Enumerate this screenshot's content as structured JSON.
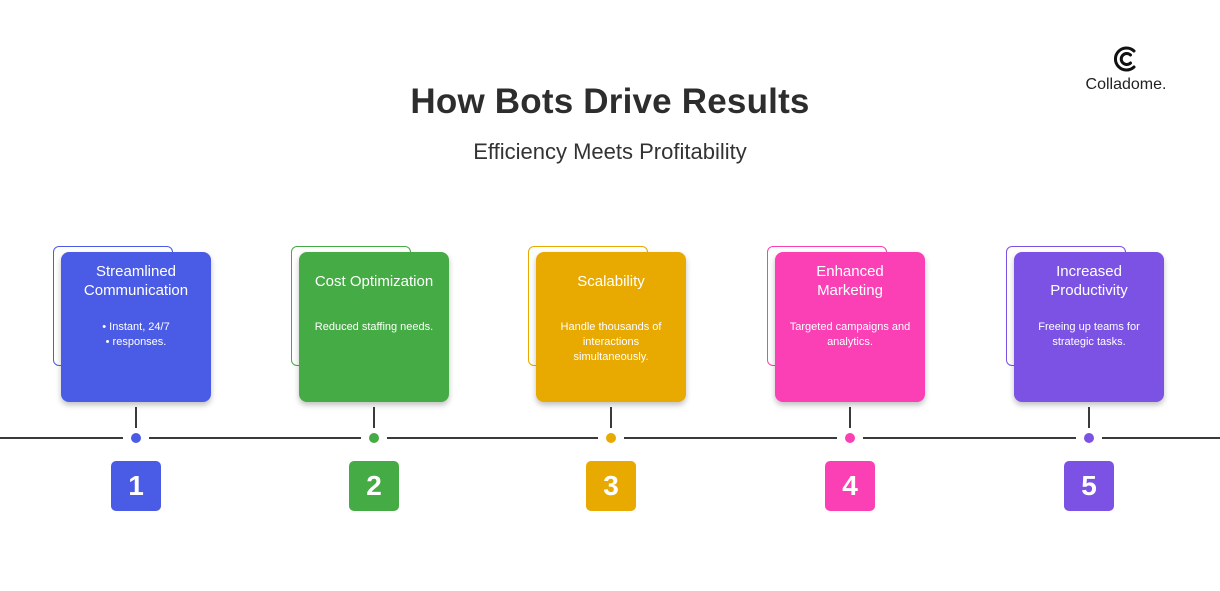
{
  "header": {
    "title": "How Bots Drive Results",
    "subtitle": "Efficiency Meets Profitability"
  },
  "logo": {
    "text": "Colladome.",
    "icon": "colladome-logo-icon"
  },
  "steps": [
    {
      "number": "1",
      "title": "Streamlined Communication",
      "description": "• Instant, 24/7\n• responses.",
      "color": "#4a5be6"
    },
    {
      "number": "2",
      "title": "Cost Optimization",
      "description": "Reduced staffing needs.",
      "color": "#45ab44"
    },
    {
      "number": "3",
      "title": "Scalability",
      "description": "Handle thousands of interactions simultaneously.",
      "color": "#e8a900"
    },
    {
      "number": "4",
      "title": "Enhanced Marketing",
      "description": "Targeted campaigns and analytics.",
      "color": "#fb40b6"
    },
    {
      "number": "5",
      "title": "Increased Productivity",
      "description": "Freeing up teams for strategic tasks.",
      "color": "#7b52e3"
    }
  ]
}
